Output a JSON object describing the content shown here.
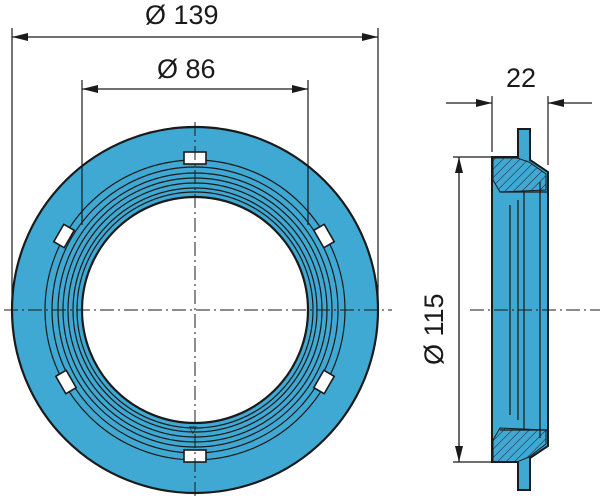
{
  "dimensions": {
    "outer_diameter": "Ø 139",
    "inner_diameter": "Ø 86",
    "side_diameter": "Ø 115",
    "width": "22"
  },
  "colors": {
    "part_fill": "#3fa9d3",
    "outline": "#1a1a1a",
    "background": "#ffffff"
  }
}
